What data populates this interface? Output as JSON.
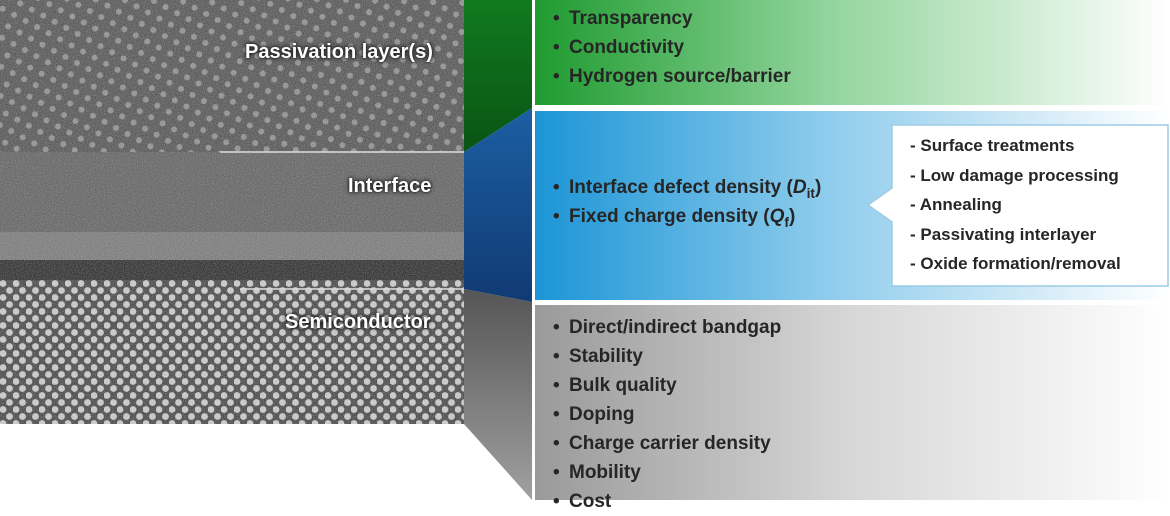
{
  "layers": {
    "passivation": "Passivation layer(s)",
    "interface": "Interface",
    "semiconductor": "Semiconductor"
  },
  "panels": {
    "passivation": {
      "color": "#1e8f2a",
      "items": [
        "Transparency",
        "Conductivity",
        "Hydrogen source/barrier"
      ]
    },
    "interface": {
      "color": "#1a8fcf",
      "items": [
        {
          "text": "Interface defect density (",
          "sym": "D",
          "sub": "it",
          "tail": ")"
        },
        {
          "text": "Fixed charge density (",
          "sym": "Q",
          "sub": "f",
          "tail": ")"
        }
      ]
    },
    "semiconductor": {
      "color": "#8a8a8a",
      "items": [
        "Direct/indirect bandgap",
        "Stability",
        "Bulk quality",
        "Doping",
        "Charge carrier density",
        "Mobility",
        "Cost"
      ]
    }
  },
  "callout": {
    "items": [
      "Surface treatments",
      "Low damage processing",
      "Annealing",
      "Passivating interlayer",
      "Oxide formation/removal"
    ]
  }
}
